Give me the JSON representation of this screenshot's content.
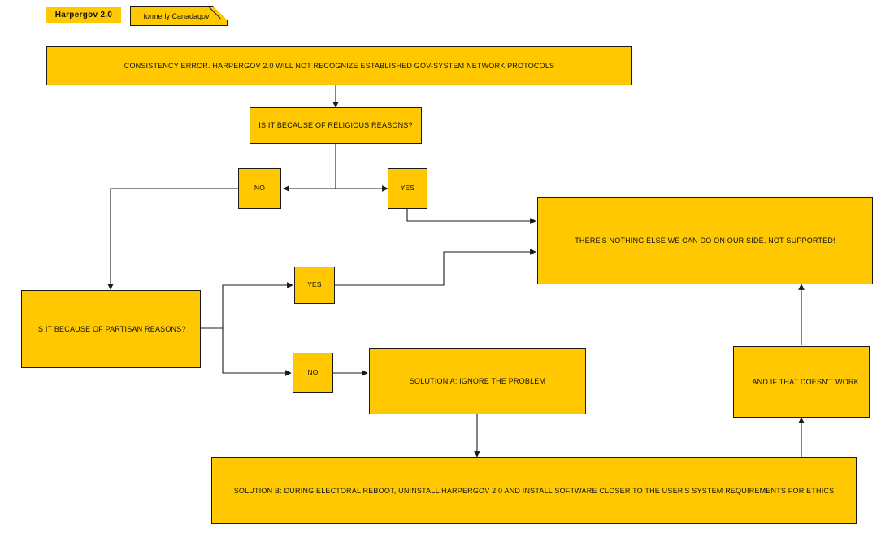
{
  "header": {
    "title_badge": "Harpergov 2.0",
    "note_badge": "formerly Canadagov",
    "note_fold_icon": "page-fold-icon"
  },
  "colors": {
    "node_fill": "#FFC800",
    "node_border": "#1a1a1a",
    "text": "#111111",
    "background": "#ffffff",
    "connector": "#1a1a1a"
  },
  "flow": {
    "error_box": "CONSISTENCY ERROR. HARPERGOV 2.0 WILL NOT RECOGNIZE ESTABLISHED GOV-SYSTEM NETWORK PROTOCOLS",
    "decision_religious": "IS IT BECAUSE OF RELIGIOUS REASONS?",
    "religious_no": "NO",
    "religious_yes": "YES",
    "not_supported": "THERE'S NOTHING ELSE WE CAN DO ON OUR SIDE. NOT SUPPORTED!",
    "decision_partisan": "IS IT BECAUSE OF PARTISAN REASONS?",
    "partisan_yes": "YES",
    "partisan_no": "NO",
    "solution_a": "SOLUTION A: IGNORE THE PROBLEM",
    "solution_b": "SOLUTION B: DURING ELECTORAL REBOOT, UNINSTALL HARPERGOV 2.0 AND INSTALL SOFTWARE CLOSER TO THE USER'S SYSTEM REQUIREMENTS FOR ETHICS",
    "doesnt_work": "... AND IF THAT DOESN'T WORK"
  }
}
